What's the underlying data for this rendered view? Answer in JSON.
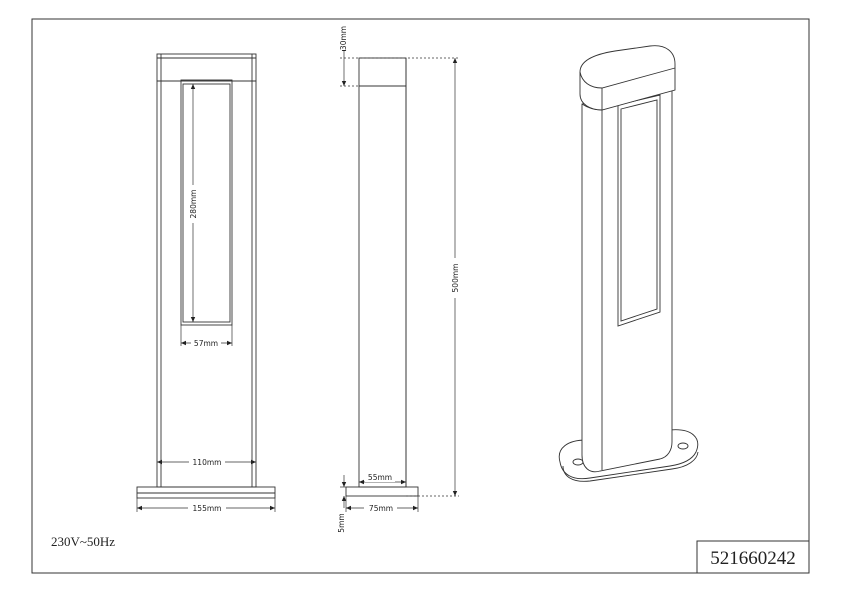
{
  "front_view": {
    "dim_window_height": "280mm",
    "dim_window_width": "57mm",
    "dim_body_width": "110mm",
    "dim_base_width": "155mm"
  },
  "side_view": {
    "dim_head_height": "30mm",
    "dim_total_height": "500mm",
    "dim_body_depth": "55mm",
    "dim_base_depth": "75mm",
    "dim_base_height": "5mm"
  },
  "voltage_note": "230V~50Hz",
  "article_number": "521660242"
}
